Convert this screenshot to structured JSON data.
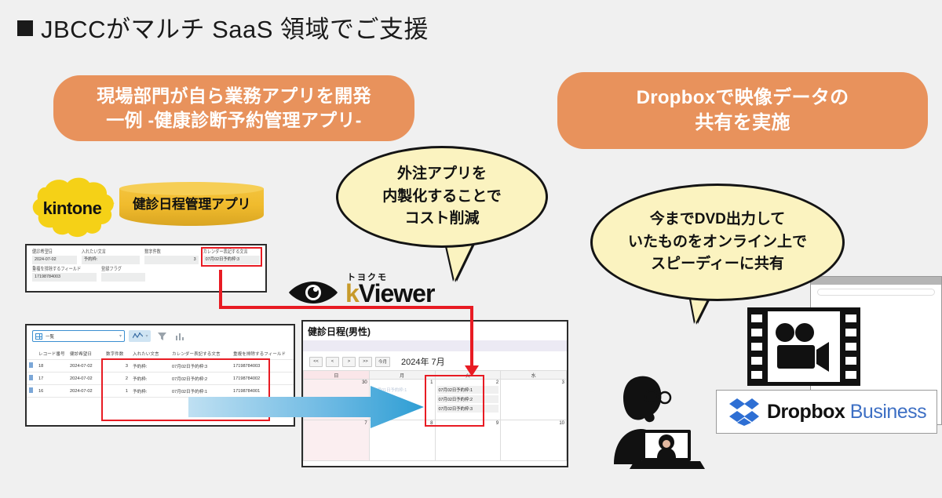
{
  "page": {
    "title": "JBCCがマルチ SaaS 領域でご支援",
    "bullet_icon": "filled-square-icon",
    "accent_orange": "#e8925c",
    "bubble_yellow": "#fbf3c0",
    "highlight_red": "#e81b23",
    "arrow_blue": "#3fa9dc"
  },
  "badges": {
    "left": {
      "line1": "現場部門が自ら業務アプリを開発",
      "line2": "一例 -健康診断予約管理アプリ-"
    },
    "right": {
      "line1": "Dropboxで映像データの",
      "line2": "共有を実施"
    }
  },
  "bubbles": {
    "cost": {
      "line1": "外注アプリを",
      "line2": "内製化することで",
      "line3": "コスト削減"
    },
    "dvd": {
      "line1": "今までDVD出力して",
      "line2": "いたものをオンライン上で",
      "line3": "スピーディーに共有"
    }
  },
  "kintone": {
    "logo_text": "kintone",
    "logo_icon": "cloud-shape-icon",
    "app_cylinder_label": "健診日程管理アプリ",
    "app_cylinder_icon": "database-cylinder-icon"
  },
  "record_form": {
    "fields": [
      {
        "label": "健診希望日",
        "value": "2024-07-02",
        "align": "left",
        "highlighted": false
      },
      {
        "label": "入れたい文言",
        "value": "予約枠:",
        "align": "left",
        "highlighted": false
      },
      {
        "label": "数字件数",
        "value": "3",
        "align": "right",
        "highlighted": false
      },
      {
        "label": "カレンダー表記する文言",
        "value": "07月02日予約枠:3",
        "align": "left",
        "highlighted": true
      },
      {
        "label": "重複を排除するフィールド",
        "value": "17198784003",
        "align": "left",
        "highlighted": false
      },
      {
        "label": "登録フラグ",
        "value": "",
        "align": "left",
        "highlighted": false
      }
    ]
  },
  "list_panel": {
    "toolbar": {
      "view_name": "一覧",
      "view_icon": "grid-view-icon",
      "chart_icon": "line-chart-icon",
      "filter_icon": "funnel-filter-icon",
      "graph_icon": "bar-chart-icon",
      "caret_icon": "chevron-down-icon"
    },
    "columns": [
      "レコード番号",
      "健診希望日",
      "数字件数",
      "入れたい文言",
      "カレンダー表記する文言",
      "重複を排除するフィールド"
    ],
    "rows": [
      {
        "doc_icon": "document-icon",
        "record_no": "18",
        "date": "2024-07-02",
        "count": "3",
        "text": "予約枠:",
        "calendar_text": "07月02日予約枠:3",
        "dedupe_field": "17198784003"
      },
      {
        "doc_icon": "document-icon",
        "record_no": "17",
        "date": "2024-07-02",
        "count": "2",
        "text": "予約枠:",
        "calendar_text": "07月02日予約枠:2",
        "dedupe_field": "17198784002"
      },
      {
        "doc_icon": "document-icon",
        "record_no": "16",
        "date": "2024-07-02",
        "count": "1",
        "text": "予約枠:",
        "calendar_text": "07月02日予約枠:1",
        "dedupe_field": "17198784001"
      }
    ]
  },
  "kviewer": {
    "brand_small": "トヨクモ",
    "brand_k": "k",
    "brand_rest": "Viewer",
    "eye_icon": "eye-icon"
  },
  "calendar": {
    "title": "健診日程(男性)",
    "nav": {
      "first": "<<",
      "prev": "<",
      "next": ">",
      "last": ">>",
      "today": "今月"
    },
    "month_label": "2024年 7月",
    "weekdays": [
      "日",
      "月",
      "火",
      "水"
    ],
    "weeks": [
      {
        "days": [
          {
            "num": "30",
            "sunday": true,
            "events": []
          },
          {
            "num": "1",
            "sunday": false,
            "events": [
              {
                "text": "07月01日予約枠:1",
                "muted": true
              }
            ]
          },
          {
            "num": "2",
            "sunday": false,
            "highlighted": true,
            "events": [
              {
                "text": "07月02日予約枠:1",
                "muted": false
              },
              {
                "text": "07月02日予約枠:2",
                "muted": false
              },
              {
                "text": "07月02日予約枠:3",
                "muted": false
              }
            ]
          },
          {
            "num": "3",
            "sunday": false,
            "events": []
          }
        ]
      },
      {
        "days": [
          {
            "num": "7",
            "sunday": true,
            "events": []
          },
          {
            "num": "8",
            "sunday": false,
            "events": []
          },
          {
            "num": "9",
            "sunday": false,
            "events": []
          },
          {
            "num": "10",
            "sunday": false,
            "events": []
          }
        ]
      }
    ]
  },
  "dropbox": {
    "name_bold": "Dropbox",
    "name_light": "Business",
    "logo_icon": "dropbox-box-icon"
  },
  "right_scene": {
    "film_icon": "film-strip-video-camera-icon",
    "person_icon": "person-at-laptop-icon",
    "browser_icon": "browser-window-icon"
  }
}
